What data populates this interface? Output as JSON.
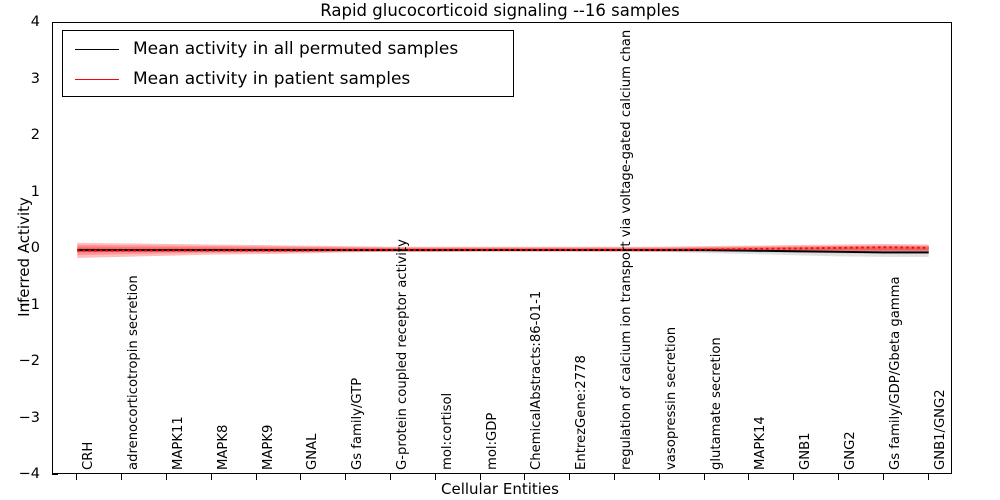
{
  "chart_data": {
    "type": "line",
    "title": "Rapid glucocorticoid signaling --16 samples",
    "xlabel": "Cellular Entities",
    "ylabel": "Inferred Activity",
    "ylim": [
      -4,
      4
    ],
    "yticks": [
      -4,
      -3,
      -2,
      -1,
      0,
      1,
      2,
      3,
      4
    ],
    "ytick_labels": [
      "−4",
      "−3",
      "−2",
      "−1",
      "0",
      "1",
      "2",
      "3",
      "4"
    ],
    "grid": false,
    "legend_position": "upper left",
    "categories": [
      "CRH",
      "adrenocorticotropin secretion",
      "MAPK11",
      "MAPK8",
      "MAPK9",
      "GNAL",
      "Gs family/GTP",
      "G-protein coupled receptor activity",
      "mol:cortisol",
      "mol:GDP",
      "ChemicalAbstracts:86-01-1",
      "EntrezGene:2778",
      "regulation of calcium ion transport via voltage-gated calcium chan",
      "vasopressin secretion",
      "glutamate secretion",
      "MAPK14",
      "GNB1",
      "GNG2",
      "Gs family/GDP/Gbeta gamma",
      "GNB1/GNG2"
    ],
    "series": [
      {
        "name": "Mean activity in all permuted samples",
        "color": "#000000",
        "style": "solid",
        "band_color": "#b0b0b0",
        "values": [
          -0.02,
          -0.02,
          -0.02,
          -0.02,
          -0.02,
          -0.02,
          -0.02,
          -0.02,
          -0.02,
          -0.02,
          -0.02,
          -0.02,
          -0.02,
          -0.02,
          -0.02,
          -0.03,
          -0.04,
          -0.05,
          -0.06,
          -0.06
        ],
        "band_lower": [
          -0.06,
          -0.05,
          -0.05,
          -0.04,
          -0.04,
          -0.04,
          -0.03,
          -0.03,
          -0.03,
          -0.03,
          -0.03,
          -0.03,
          -0.04,
          -0.05,
          -0.07,
          -0.09,
          -0.11,
          -0.13,
          -0.14,
          -0.14
        ],
        "band_upper": [
          0.02,
          0.01,
          0.01,
          0.01,
          0.01,
          0.01,
          0.01,
          0.01,
          0.01,
          0.01,
          0.01,
          0.01,
          0.01,
          0.01,
          0.02,
          0.03,
          0.04,
          0.05,
          0.06,
          0.06
        ]
      },
      {
        "name": "Mean activity in patient samples",
        "color": "#ff0000",
        "style": "dotted",
        "band_color": "#ff3b3b",
        "values": [
          -0.03,
          -0.03,
          -0.03,
          -0.03,
          -0.03,
          -0.03,
          -0.02,
          -0.02,
          -0.02,
          -0.02,
          -0.02,
          -0.02,
          -0.02,
          -0.02,
          -0.01,
          0.0,
          0.01,
          0.02,
          0.03,
          0.02
        ],
        "band_lower": [
          -0.16,
          -0.14,
          -0.12,
          -0.1,
          -0.09,
          -0.08,
          -0.06,
          -0.05,
          -0.05,
          -0.04,
          -0.04,
          -0.04,
          -0.04,
          -0.04,
          -0.04,
          -0.04,
          -0.05,
          -0.05,
          -0.05,
          -0.05
        ],
        "band_upper": [
          0.11,
          0.1,
          0.09,
          0.08,
          0.07,
          0.06,
          0.05,
          0.04,
          0.04,
          0.04,
          0.04,
          0.04,
          0.04,
          0.04,
          0.05,
          0.06,
          0.07,
          0.08,
          0.09,
          0.08
        ]
      }
    ]
  },
  "legend": {
    "entries": [
      {
        "label": "Mean activity in all permuted samples",
        "color": "#000000"
      },
      {
        "label": "Mean activity in patient samples",
        "color": "#ff0000"
      }
    ]
  }
}
